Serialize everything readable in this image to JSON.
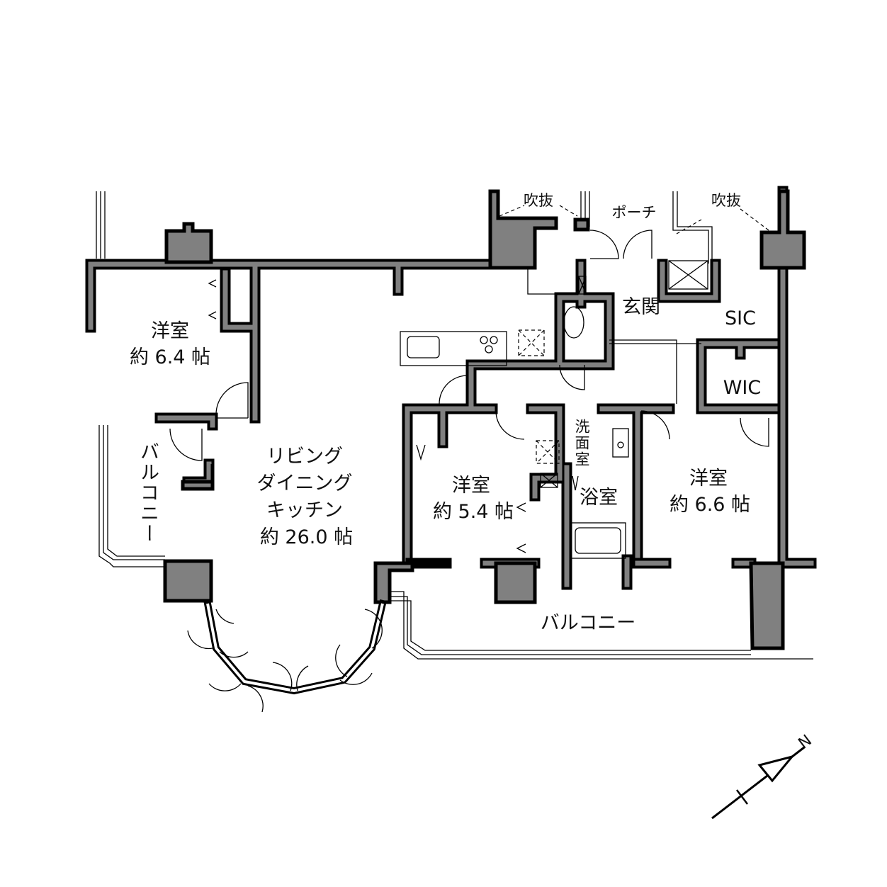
{
  "plan": {
    "rooms": {
      "western_room_1": {
        "name": "洋室",
        "area": "約 6.4 帖"
      },
      "ldk": {
        "line1": "リビング",
        "line2": "ダイニング",
        "line3": "キッチン",
        "area": "約 26.0 帖"
      },
      "western_room_2": {
        "name": "洋室",
        "area": "約 5.4 帖"
      },
      "western_room_3": {
        "name": "洋室",
        "area": "約 6.6 帖"
      },
      "entrance": "玄関",
      "sic": "SIC",
      "wic": "WIC",
      "washroom": "洗面室",
      "bathroom": "浴室",
      "porch": "ポーチ",
      "void_left": "吹抜",
      "void_right": "吹抜",
      "balcony_left": "バルコニー",
      "balcony_bottom": "バルコニー"
    },
    "compass": {
      "label": "N"
    },
    "colors": {
      "wall_fill": "#808080",
      "wall_edge": "#000000"
    }
  }
}
